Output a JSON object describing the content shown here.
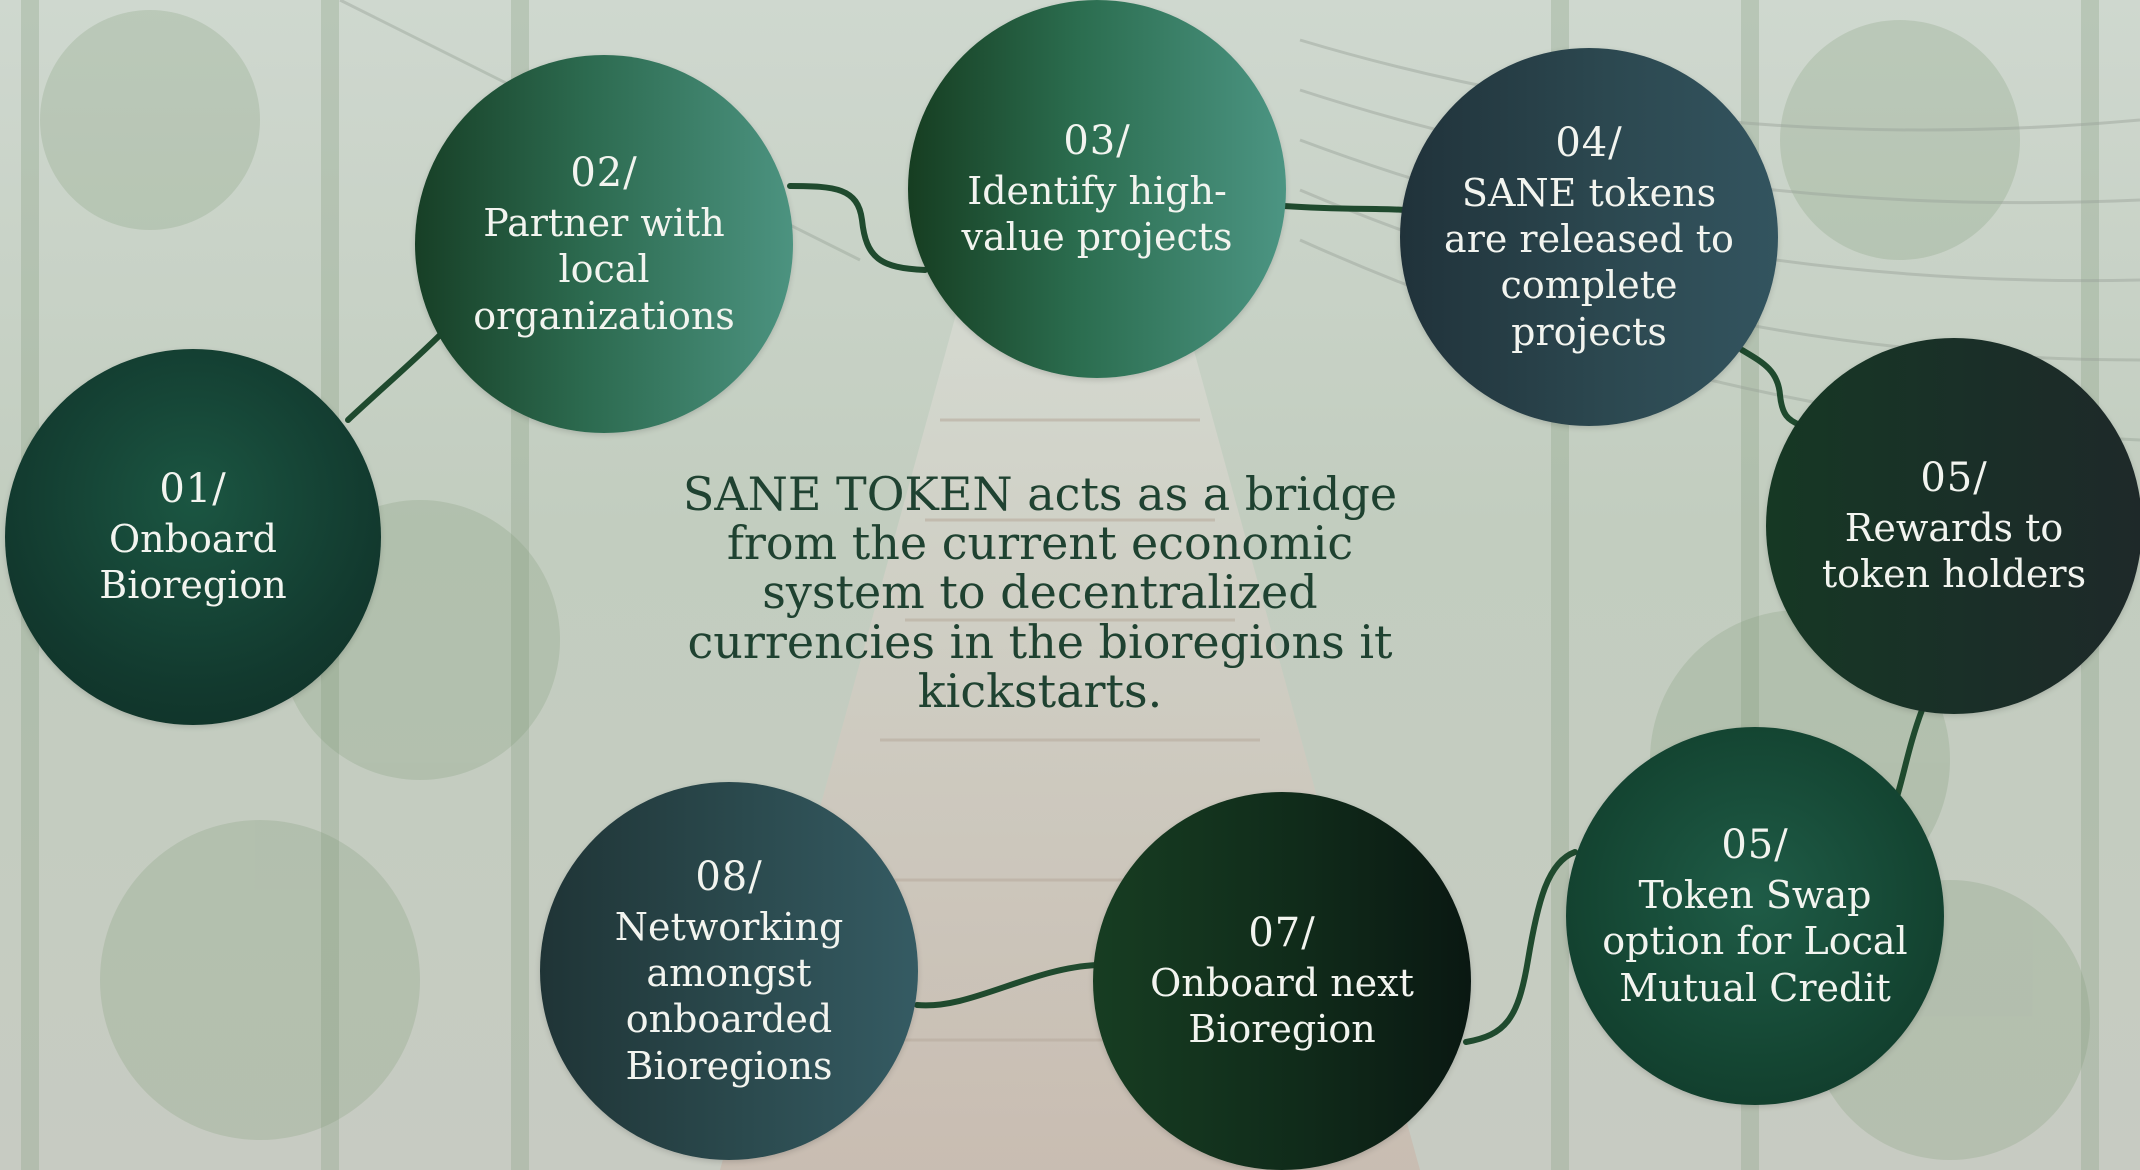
{
  "center_text": "SANE TOKEN acts as a bridge from the current economic system to decentralized currencies in the bioregions it kickstarts.",
  "steps": [
    {
      "number": "01/",
      "label": "Onboard Bioregion"
    },
    {
      "number": "02/",
      "label": "Partner with local organizations"
    },
    {
      "number": "03/",
      "label": "Identify high-value projects"
    },
    {
      "number": "04/",
      "label": "SANE tokens are released to complete projects"
    },
    {
      "number": "05/",
      "label": "Rewards to token holders"
    },
    {
      "number": "05/",
      "label": "Token Swap option for Local Mutual Credit"
    },
    {
      "number": "07/",
      "label": "Onboard next Bioregion"
    },
    {
      "number": "08/",
      "label": "Networking amongst onboarded Bioregions"
    }
  ],
  "colors": {
    "connector": "#1f4a2e",
    "center_text": "#1f4231"
  }
}
